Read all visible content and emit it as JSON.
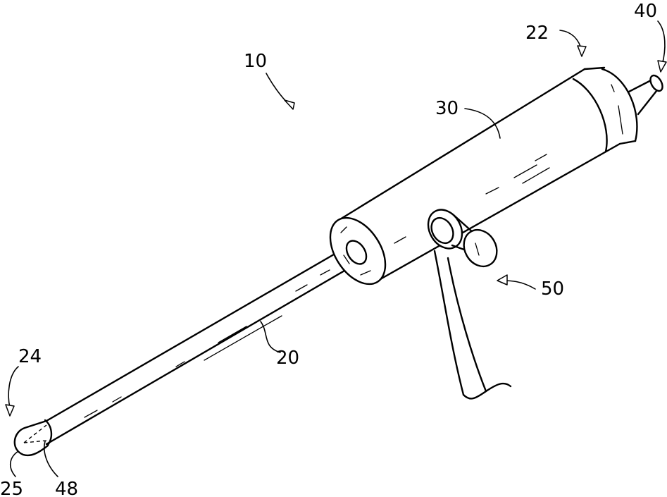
{
  "labels": {
    "device": "10",
    "proximal_end": "22",
    "tip_end": "24",
    "tip": "25",
    "shaft": "20",
    "handle": "30",
    "end_post": "40",
    "tip_window": "48",
    "connector": "50"
  }
}
